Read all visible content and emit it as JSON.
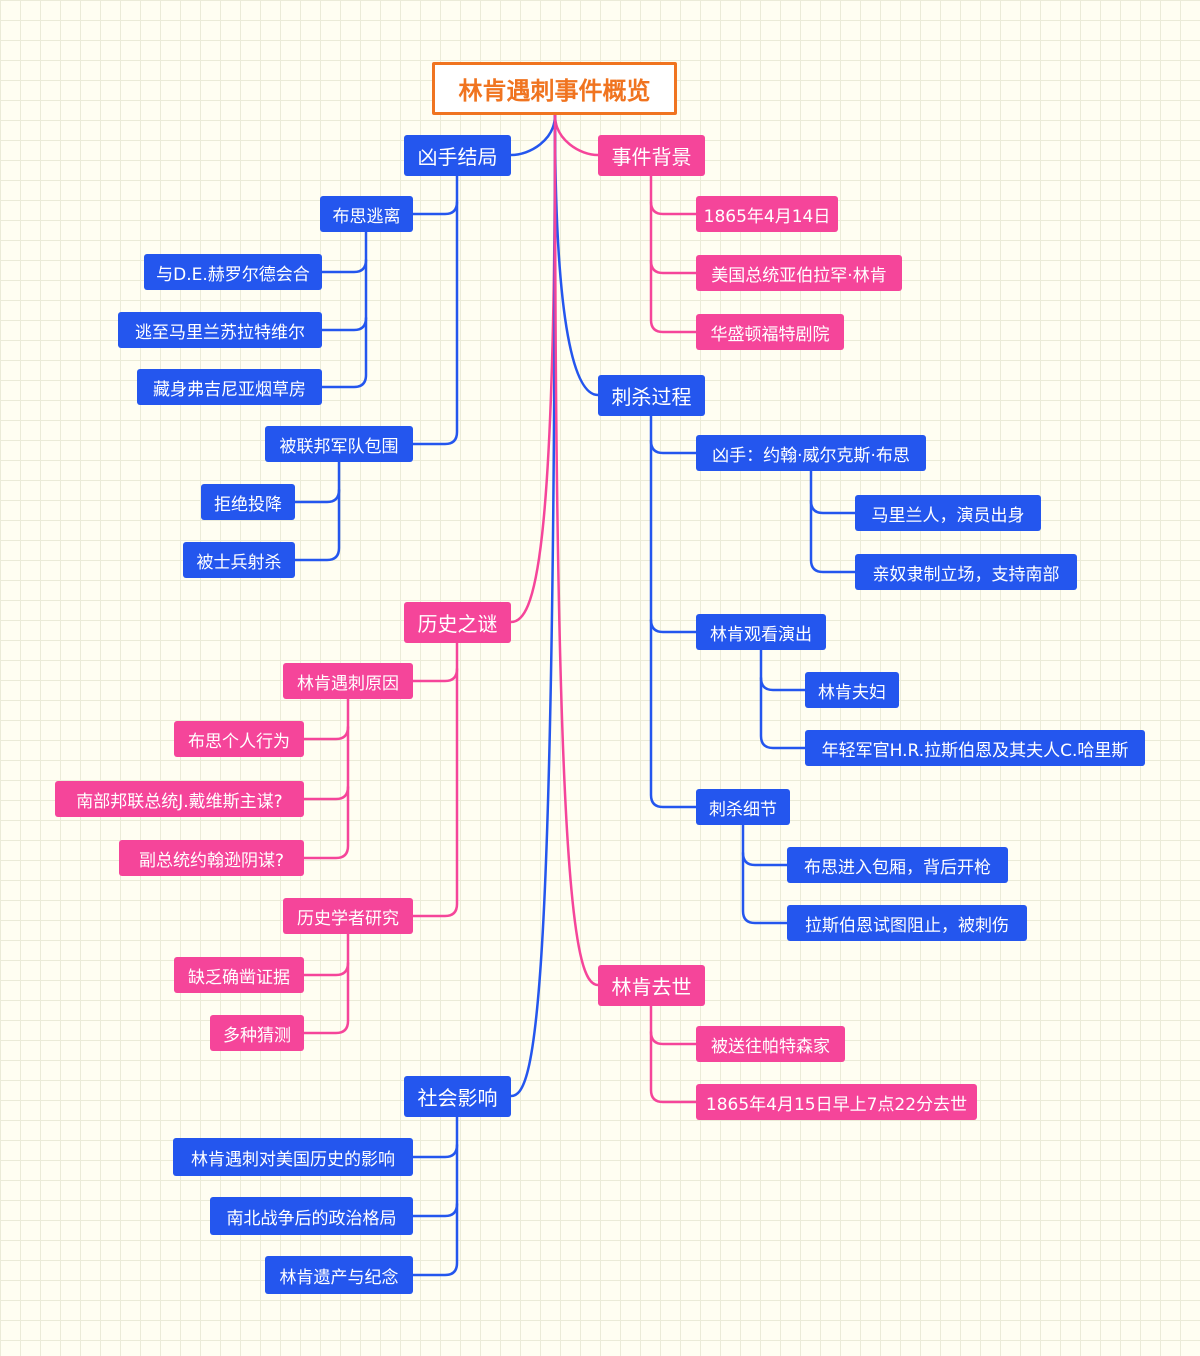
{
  "root": "林肯遇刺事件概览",
  "colors": {
    "blue": "#2456ee",
    "pink": "#f5459a",
    "root_border": "#f07420",
    "root_text": "#f07420"
  },
  "left": [
    {
      "label": "凶手结局",
      "color": "blue",
      "children": [
        {
          "label": "布思逃离",
          "children": [
            {
              "label": "与D.E.赫罗尔德会合"
            },
            {
              "label": "逃至马里兰苏拉特维尔"
            },
            {
              "label": "藏身弗吉尼亚烟草房"
            }
          ]
        },
        {
          "label": "被联邦军队包围",
          "children": [
            {
              "label": "拒绝投降"
            },
            {
              "label": "被士兵射杀"
            }
          ]
        }
      ]
    },
    {
      "label": "历史之谜",
      "color": "pink",
      "children": [
        {
          "label": "林肯遇刺原因",
          "children": [
            {
              "label": "布思个人行为"
            },
            {
              "label": "南部邦联总统J.戴维斯主谋?"
            },
            {
              "label": "副总统约翰逊阴谋?"
            }
          ]
        },
        {
          "label": "历史学者研究",
          "children": [
            {
              "label": "缺乏确凿证据"
            },
            {
              "label": "多种猜测"
            }
          ]
        }
      ]
    },
    {
      "label": "社会影响",
      "color": "blue",
      "children": [
        {
          "label": "林肯遇刺对美国历史的影响"
        },
        {
          "label": "南北战争后的政治格局"
        },
        {
          "label": "林肯遗产与纪念"
        }
      ]
    }
  ],
  "right": [
    {
      "label": "事件背景",
      "color": "pink",
      "children": [
        {
          "label": "1865年4月14日"
        },
        {
          "label": "美国总统亚伯拉罕·林肯"
        },
        {
          "label": "华盛顿福特剧院"
        }
      ]
    },
    {
      "label": "刺杀过程",
      "color": "blue",
      "children": [
        {
          "label": "凶手：约翰·威尔克斯·布思",
          "children": [
            {
              "label": "马里兰人，演员出身"
            },
            {
              "label": "亲奴隶制立场，支持南部"
            }
          ]
        },
        {
          "label": "林肯观看演出",
          "children": [
            {
              "label": "林肯夫妇"
            },
            {
              "label": "年轻军官H.R.拉斯伯恩及其夫人C.哈里斯"
            }
          ]
        },
        {
          "label": "刺杀细节",
          "children": [
            {
              "label": "布思进入包厢，背后开枪"
            },
            {
              "label": "拉斯伯恩试图阻止，被刺伤"
            }
          ]
        }
      ]
    },
    {
      "label": "林肯去世",
      "color": "pink",
      "children": [
        {
          "label": "被送往帕特森家"
        },
        {
          "label": "1865年4月15日早上7点22分去世"
        }
      ]
    }
  ]
}
